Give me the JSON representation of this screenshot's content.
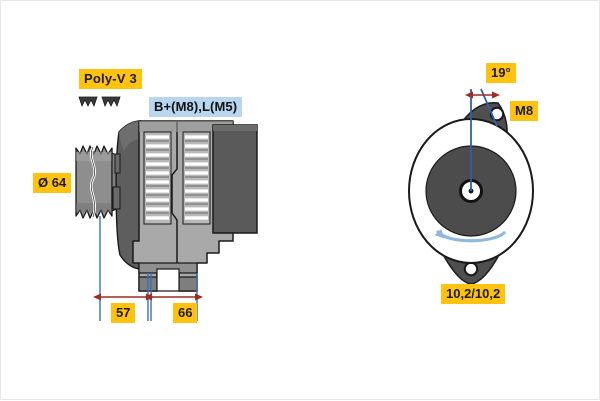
{
  "drawing": {
    "title": "Alternator technical dimension drawing",
    "background_color": "#ffffff",
    "callout_yellow": "#FFC20E",
    "callout_blue": "#B8D6F0",
    "dimension_line_color": "#9E2B25",
    "reference_line_color": "#3B6FB6",
    "rotation_arrow_color": "#8FB8E0",
    "body_colors": {
      "light_gray": "#BFBFBF",
      "mid_gray": "#9A9A9A",
      "dark_gray": "#5A5A5A",
      "darkest_gray": "#4A4A4A",
      "outline": "#1a1a1a"
    }
  },
  "side_view": {
    "name": "alternator-side-view",
    "labels": {
      "belt_type": "Poly-V 3",
      "terminals": "B+(M8),L(M5)",
      "pulley_diameter": "Ø 64",
      "dim_left": "57",
      "dim_right": "66"
    }
  },
  "front_view": {
    "name": "alternator-front-view",
    "labels": {
      "angle": "19°",
      "bolt_thread": "M8",
      "mount_dims": "10,2/10,2"
    },
    "rotation": "counter-clockwise"
  },
  "icons": {
    "poly_v_groove": "poly-v-groove-icon",
    "rotation_arrow": "rotation-arrow-icon",
    "diameter_symbol": "diameter-symbol"
  }
}
